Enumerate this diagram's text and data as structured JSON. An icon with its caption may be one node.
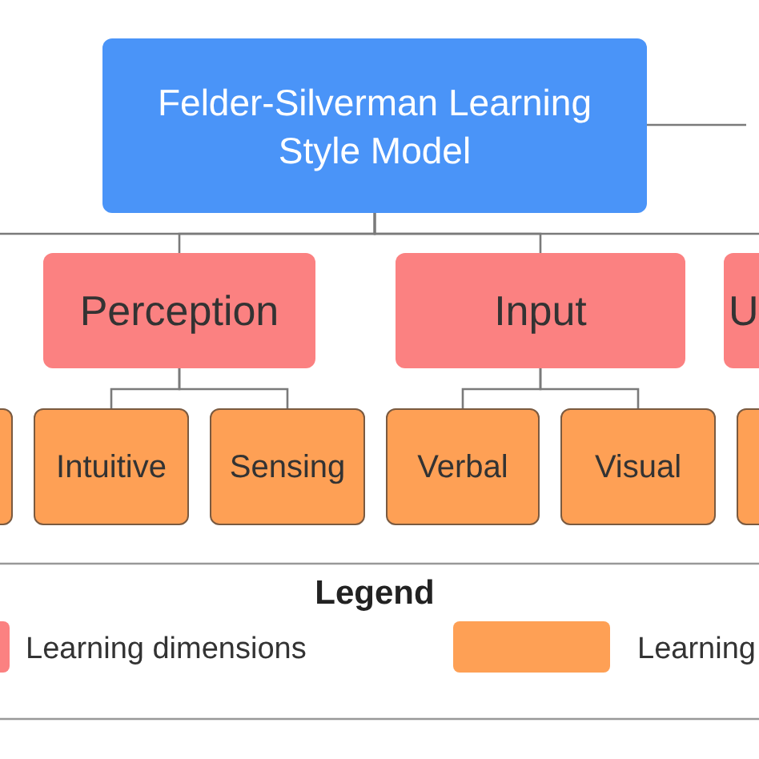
{
  "diagram": {
    "nodes": [
      {
        "text": [
          "Felder-Silverman Learning Style Model"
        ]
      },
      {
        "text": [
          "Perception"
        ]
      },
      {
        "text": [
          "Input"
        ]
      },
      {
        "text": [
          "U"
        ]
      },
      {
        "text": [],
        "shape": "box"
      },
      {
        "text": [
          "Intuitive"
        ]
      },
      {
        "text": [
          "Sensing"
        ]
      },
      {
        "text": [
          "Verbal"
        ]
      },
      {
        "text": [
          "Visual"
        ]
      },
      {
        "text": [],
        "shape": "box"
      }
    ],
    "edges": [
      {
        "from": 0,
        "to": null,
        "arrow": "none"
      },
      {
        "from": 0,
        "to": 1,
        "arrow": "none"
      },
      {
        "from": 0,
        "to": 2,
        "arrow": "none"
      },
      {
        "from": 0,
        "to": 3,
        "arrow": "none"
      },
      {
        "from": 0,
        "to": null,
        "arrow": "none"
      },
      {
        "from": 1,
        "to": 5,
        "arrow": "none"
      },
      {
        "from": 1,
        "to": 6,
        "arrow": "none"
      },
      {
        "from": 2,
        "to": 7,
        "arrow": "none"
      },
      {
        "from": 2,
        "to": 8,
        "arrow": "none"
      }
    ],
    "labels": [
      "Legend"
    ],
    "legend": [
      {
        "text": "Learning dimensions",
        "color": "#fb8181"
      },
      {
        "text": "Learning",
        "color": "#fea055"
      }
    ]
  }
}
